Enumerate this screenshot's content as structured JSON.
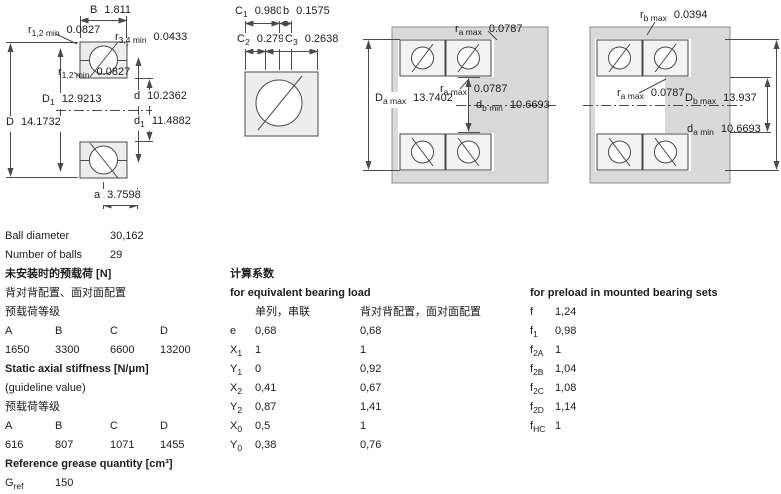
{
  "drawing_section": {
    "b": {
      "base": "B",
      "sub": "",
      "value": "1.811"
    },
    "r12_top": {
      "base": "r",
      "sub": "1,2 min",
      "value": "0.0827"
    },
    "r34": {
      "base": "r",
      "sub": "3,4 min",
      "value": "0.0433"
    },
    "r12_mid": {
      "base": "r",
      "sub": "1,2 min",
      "value": "0.0827"
    },
    "D1": {
      "base": "D",
      "sub": "1",
      "value": "12.9213"
    },
    "d_bore": {
      "base": "d",
      "sub": "",
      "value": "10.2362"
    },
    "D_outer": {
      "base": "D",
      "sub": "",
      "value": "14.1732"
    },
    "d1": {
      "base": "d",
      "sub": "1",
      "value": "11.4882"
    },
    "a": {
      "base": "a",
      "sub": "",
      "value": "3.7598"
    }
  },
  "drawing_detail": {
    "c1": {
      "base": "C",
      "sub": "1",
      "value": "0.980"
    },
    "b": {
      "base": "b",
      "sub": "",
      "value": "0.1575"
    },
    "c2": {
      "base": "C",
      "sub": "2",
      "value": "0.279"
    },
    "c3": {
      "base": "C",
      "sub": "3",
      "value": "0.2638"
    }
  },
  "drawing_mount_a": {
    "ra_top": {
      "base": "r",
      "sub": "a max",
      "value": "0.0787"
    },
    "Da_max": {
      "base": "D",
      "sub": "a max",
      "value": "13.7402"
    },
    "ra_mid": {
      "base": "r",
      "sub": "a max",
      "value": "0.0787"
    },
    "db_min": {
      "base": "d",
      "sub": "b min",
      "value": "10.6693"
    }
  },
  "drawing_mount_b": {
    "rb_max": {
      "base": "r",
      "sub": "b max",
      "value": "0.0394"
    },
    "ra_max": {
      "base": "r",
      "sub": "a max",
      "value": "0.0787"
    },
    "Db_max": {
      "base": "D",
      "sub": "b max",
      "value": "13.937"
    },
    "da_min": {
      "base": "d",
      "sub": "a min",
      "value": "10.6693"
    }
  },
  "specs": {
    "ball_diameter_label": "Ball diameter",
    "ball_diameter_value": "30,162",
    "number_of_balls_label": "Number of balls",
    "number_of_balls_value": "29"
  },
  "preload_unmounted": {
    "title": "未安装时的预载荷 [N]",
    "config": "背对背配置、面对面配置",
    "class_label": "预载荷等级",
    "classes": [
      "A",
      "B",
      "C",
      "D"
    ],
    "values": [
      "1650",
      "3300",
      "6600",
      "13200"
    ]
  },
  "stiffness": {
    "title": "Static axial stiffness [N/μm]",
    "note": "(guideline value)",
    "class_label": "预载荷等级",
    "classes": [
      "A",
      "B",
      "C",
      "D"
    ],
    "values": [
      "616",
      "807",
      "1071",
      "1455"
    ]
  },
  "grease": {
    "title": "Reference grease quantity [cm³]",
    "symbol_base": "G",
    "symbol_sub": "ref",
    "value": "150"
  },
  "calc_factors": {
    "title": "计算系数",
    "subtitle": "for equivalent bearing load",
    "col_single": "单列，串联",
    "col_paired": "背对背配置，面对面配置",
    "rows": [
      {
        "base": "e",
        "sub": "",
        "v1": "0,68",
        "v2": "0,68"
      },
      {
        "base": "X",
        "sub": "1",
        "v1": "1",
        "v2": "1"
      },
      {
        "base": "Y",
        "sub": "1",
        "v1": "0",
        "v2": "0,92"
      },
      {
        "base": "X",
        "sub": "2",
        "v1": "0,41",
        "v2": "0,67"
      },
      {
        "base": "Y",
        "sub": "2",
        "v1": "0,87",
        "v2": "1,41"
      },
      {
        "base": "X",
        "sub": "0",
        "v1": "0,5",
        "v2": "1"
      },
      {
        "base": "Y",
        "sub": "0",
        "v1": "0,38",
        "v2": "0,76"
      }
    ]
  },
  "preload_factors": {
    "title": "for preload in mounted bearing sets",
    "rows": [
      {
        "base": "f",
        "sub": "",
        "value": "1,24"
      },
      {
        "base": "f",
        "sub": "1",
        "value": "0,98"
      },
      {
        "base": "f",
        "sub": "2A",
        "value": "1"
      },
      {
        "base": "f",
        "sub": "2B",
        "value": "1,04"
      },
      {
        "base": "f",
        "sub": "2C",
        "value": "1,08"
      },
      {
        "base": "f",
        "sub": "2D",
        "value": "1,14"
      },
      {
        "base": "f",
        "sub": "HC",
        "value": "1"
      }
    ]
  }
}
